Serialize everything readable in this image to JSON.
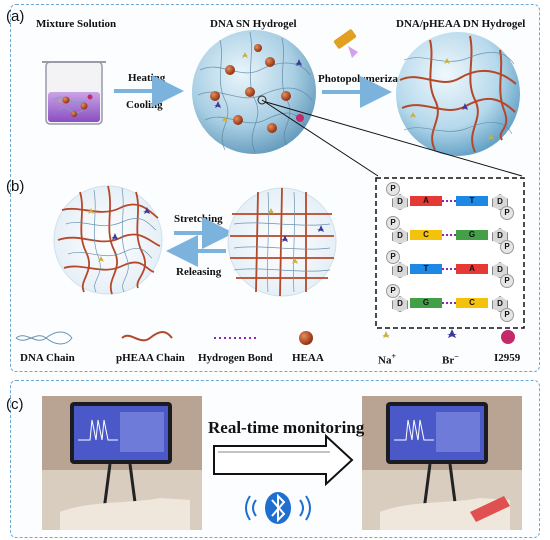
{
  "panels": {
    "a_label": "(a)",
    "b_label": "(b)",
    "c_label": "(c)"
  },
  "panel_a": {
    "mixture": "Mixture Solution",
    "sn_hydrogel": "DNA SN Hydrogel",
    "dn_hydrogel": "DNA/pHEAA DN Hydrogel",
    "heating": "Heating",
    "cooling": "Cooling",
    "photopolymerization": "Photopolymerization"
  },
  "panel_b": {
    "stretching": "Stretching",
    "releasing": "Releasing",
    "base_pairs": [
      {
        "left": "A",
        "right": "T"
      },
      {
        "left": "C",
        "right": "G"
      },
      {
        "left": "T",
        "right": "A"
      },
      {
        "left": "G",
        "right": "C"
      }
    ],
    "backbone_d": "D",
    "backbone_p": "P"
  },
  "legend": [
    {
      "label": "DNA Chain",
      "icon": "dna-chain-icon"
    },
    {
      "label": "pHEAA Chain",
      "icon": "pheaa-chain-icon"
    },
    {
      "label": "Hydrogen Bond",
      "icon": "hydrogen-bond-icon"
    },
    {
      "label": "HEAA",
      "icon": "heaa-icon"
    },
    {
      "label": "Na",
      "sup": "+",
      "icon": "na-ion-icon"
    },
    {
      "label": "Br",
      "sup": "−",
      "icon": "br-ion-icon"
    },
    {
      "label": "I2959",
      "icon": "i2959-icon"
    }
  ],
  "panel_c": {
    "realtime": "Real-time monitoring",
    "bluetooth_icon": "bluetooth-icon"
  },
  "colors": {
    "panel_border": "#6aa8d8",
    "arrow_blue": "#7bb3dc",
    "pheaa": "#b5482a",
    "heaa": "#b4532e",
    "na": "#c9b23a",
    "br": "#3b3a9c",
    "i2959": "#c42a6a",
    "hbond": "#8a2ab0",
    "base_A": "#e53935",
    "base_T": "#1e88e5",
    "base_C": "#f4c20d",
    "base_G": "#43a047"
  }
}
